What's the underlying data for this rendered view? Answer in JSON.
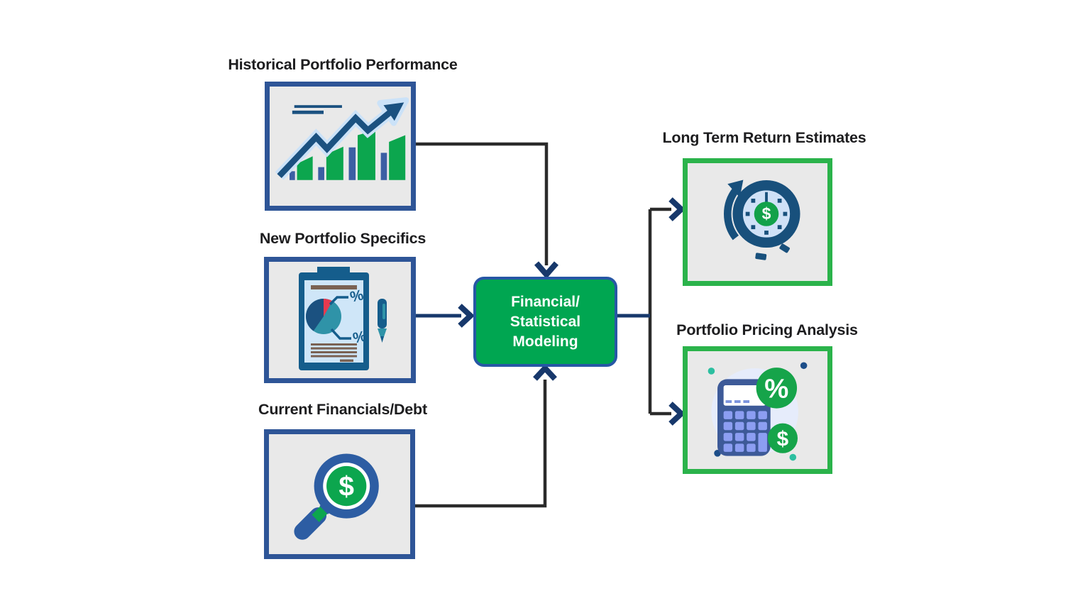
{
  "diagram": {
    "input_nodes": [
      {
        "label": "Historical Portfolio Performance",
        "icon": "trend-chart-icon"
      },
      {
        "label": "New Portfolio Specifics",
        "icon": "clipboard-report-icon"
      },
      {
        "label": "Current Financials/Debt",
        "icon": "magnifier-dollar-icon"
      }
    ],
    "process_node": {
      "label": "Financial/\nStatistical\nModeling"
    },
    "output_nodes": [
      {
        "label": "Long Term Return Estimates",
        "icon": "clock-dollar-icon"
      },
      {
        "label": "Portfolio Pricing Analysis",
        "icon": "calculator-percent-dollar-icon"
      }
    ],
    "edges": [
      {
        "from": "Historical Portfolio Performance",
        "to": "Financial/Statistical Modeling"
      },
      {
        "from": "New Portfolio Specifics",
        "to": "Financial/Statistical Modeling"
      },
      {
        "from": "Current Financials/Debt",
        "to": "Financial/Statistical Modeling"
      },
      {
        "from": "Financial/Statistical Modeling",
        "to": "Long Term Return Estimates"
      },
      {
        "from": "Financial/Statistical Modeling",
        "to": "Portfolio Pricing Analysis"
      }
    ],
    "colors": {
      "input_border": "#2e5597",
      "output_border": "#2bb34b",
      "node_background": "#e9e9e9",
      "process_fill": "#00a651",
      "process_border": "#2757a5",
      "process_text": "#ffffff",
      "connector_dark": "#2b2b2b",
      "connector_navy": "#17386b",
      "icon_navy": "#1b5180",
      "icon_green": "#0ca64e",
      "icon_teal": "#2f93a8",
      "icon_red": "#e63a4f",
      "icon_brown": "#7a6253",
      "title_text": "#1d1d1f"
    }
  }
}
